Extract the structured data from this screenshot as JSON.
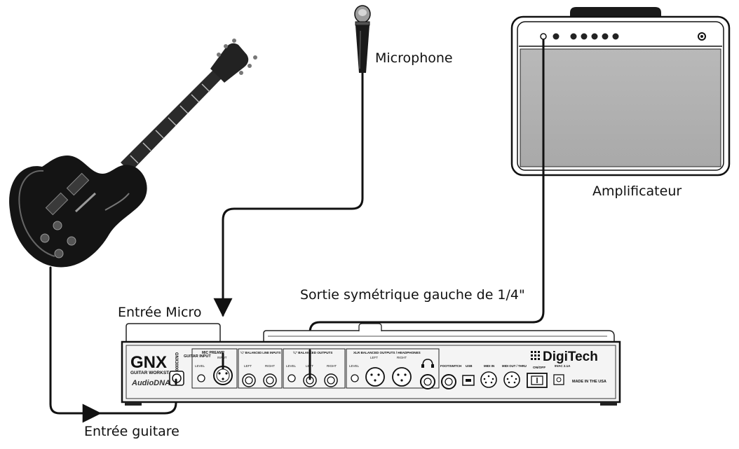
{
  "labels": {
    "microphone": "Microphone",
    "amplifier": "Amplificateur",
    "output": "Sortie symétrique gauche de 1/4\"",
    "mic_input": "Entrée Micro",
    "guitar_input": "Entrée guitare"
  },
  "unit": {
    "model": "GNX",
    "model_vertical": "GNX3000",
    "subtitle": "GUITAR WORKSTATION",
    "audiodna": "AudioDNA",
    "brand": "DigiTech",
    "made_in": "MADE IN THE USA",
    "guitar_input": "GUITAR INPUT",
    "sections": {
      "mic_preamp": "MIC PREAMP",
      "line_inputs": "¼\" BALANCED LINE INPUTS",
      "balanced_outputs": "¼\" BALANCED OUTPUTS",
      "xlr_outputs": "XLR BALANCED OUTPUTS / HEADPHONES"
    },
    "jack_labels": {
      "level": "LEVEL",
      "input": "INPUT",
      "left": "LEFT",
      "right": "RIGHT",
      "footswitch": "FOOTSWITCH",
      "usb": "USB",
      "midi_in": "MIDI IN",
      "midi_out": "MIDI OUT / THRU",
      "on_off": "ON/OFF",
      "power": "9VAC 2.1A"
    }
  }
}
